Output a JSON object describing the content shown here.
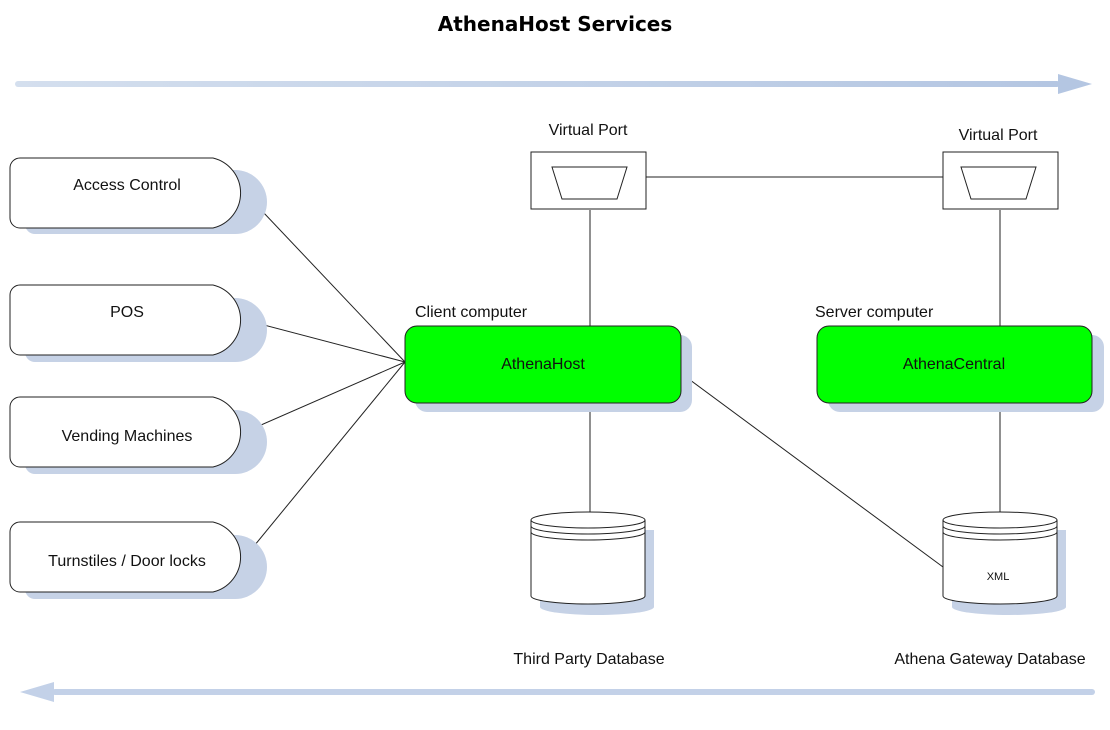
{
  "title": "AthenaHost Services",
  "colors": {
    "node_fill": "#00ff00",
    "shadow": "#c6d2e6",
    "flow_arrow": "#c3d1e8",
    "line": "#222222"
  },
  "devices": [
    {
      "label": "Access Control"
    },
    {
      "label": "POS"
    },
    {
      "label": "Vending Machines"
    },
    {
      "label": "Turnstiles / Door locks"
    }
  ],
  "client": {
    "caption": "Client computer",
    "node": "AthenaHost",
    "port_label": "Virtual Port",
    "port_icon": "serial-port-icon",
    "database": {
      "label": "Third Party Database",
      "inner_text": ""
    }
  },
  "server": {
    "caption": "Server computer",
    "node": "AthenaCentral",
    "port_label": "Virtual Port",
    "port_icon": "serial-port-icon",
    "database": {
      "label": "Athena Gateway Database",
      "inner_text": "XML"
    }
  },
  "flow_arrows": [
    {
      "direction": "right"
    },
    {
      "direction": "left"
    }
  ]
}
